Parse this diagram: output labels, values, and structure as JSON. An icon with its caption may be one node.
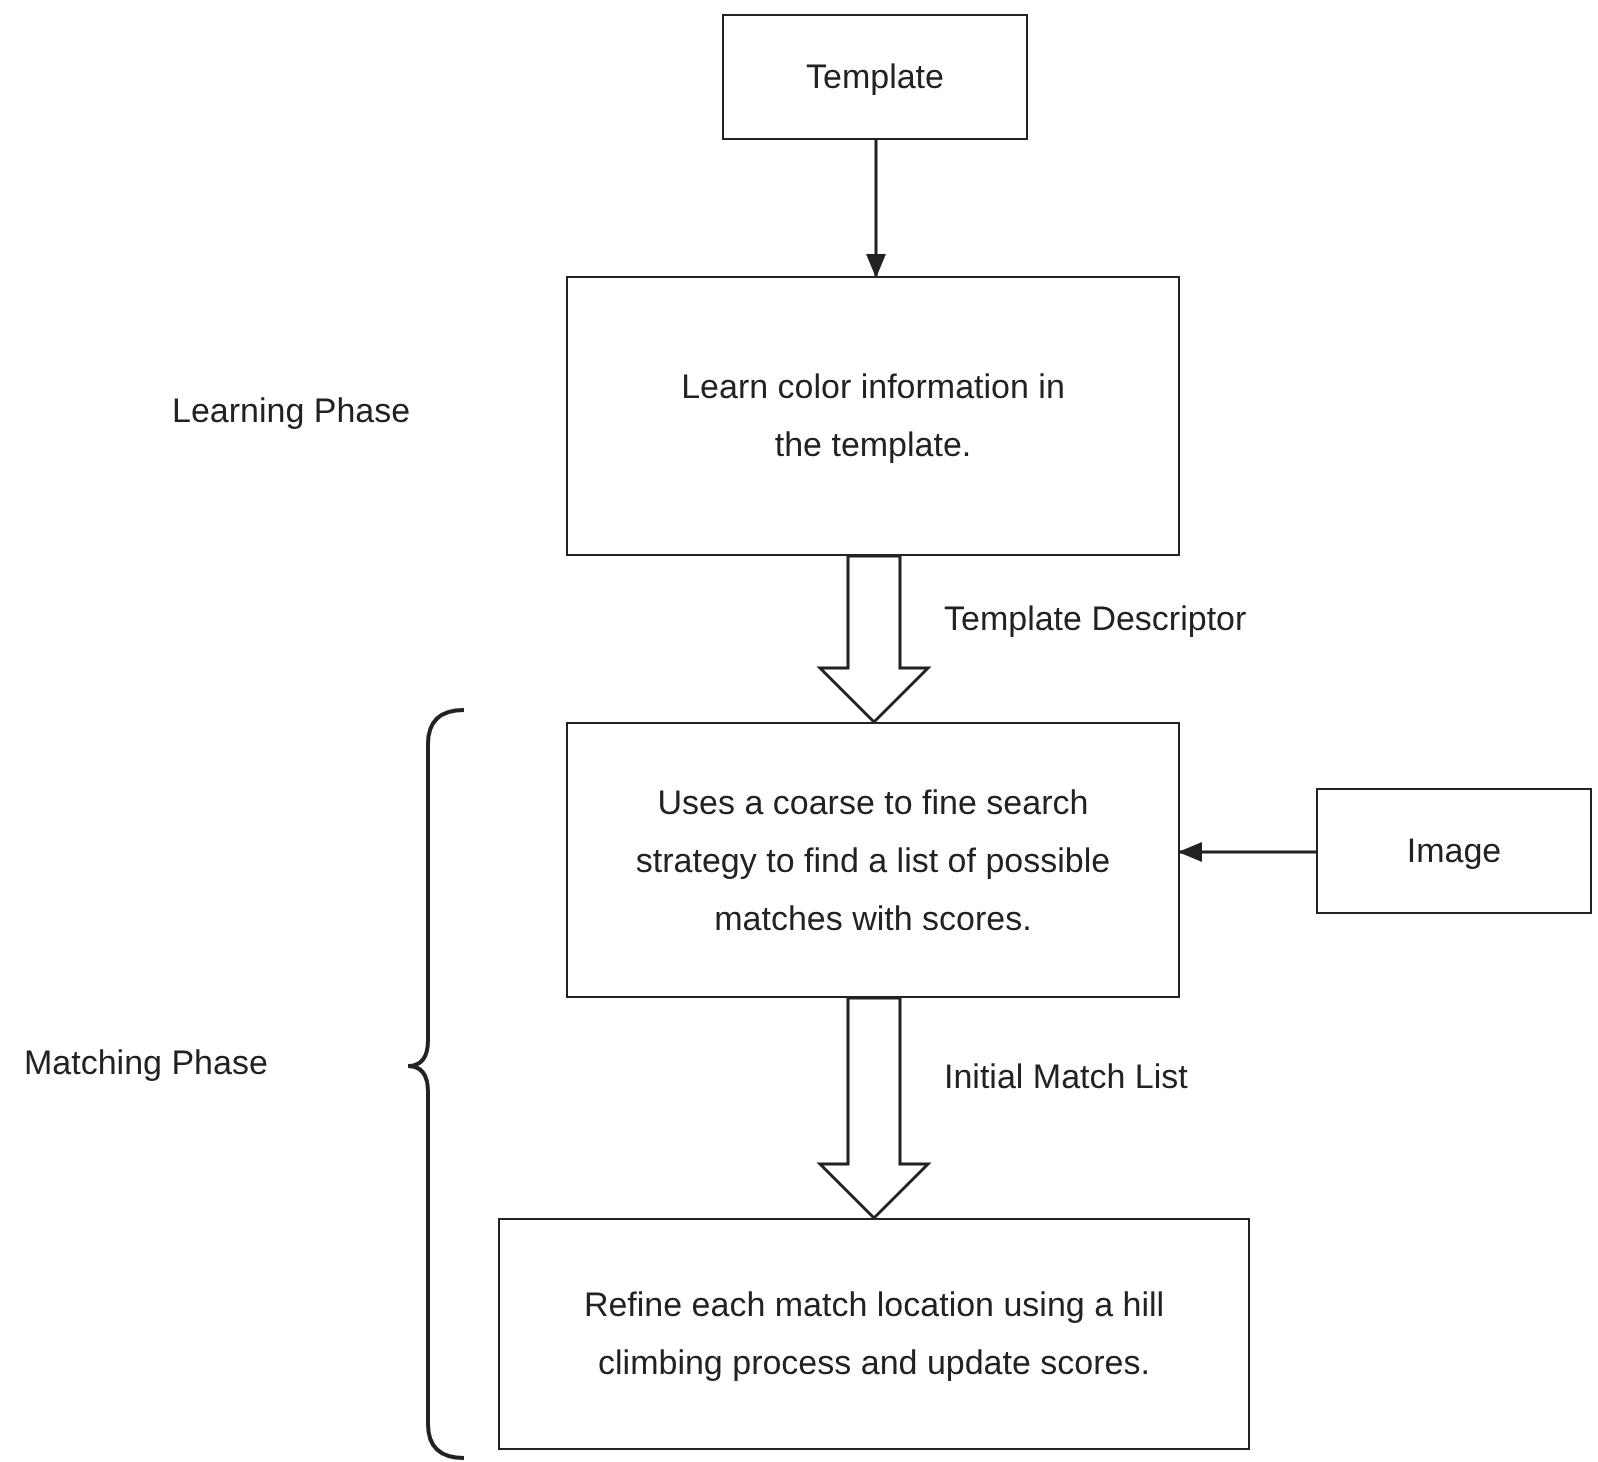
{
  "diagram": {
    "nodes": [
      {
        "text": [
          "Template"
        ]
      },
      {
        "text": [
          "Learn color information in the template."
        ]
      },
      {
        "text": [
          "Uses a coarse to fine search strategy to find a list of possible matches with scores."
        ]
      },
      {
        "text": [
          "Image"
        ]
      },
      {
        "text": [
          "Refine each match location using a hill climbing process and update scores."
        ]
      }
    ],
    "edges": [
      {
        "from": 0,
        "to": 1,
        "arrow": "to"
      },
      {
        "from": 1,
        "to": 2,
        "arrow": "to",
        "label": "Template Descriptor",
        "style": "thick"
      },
      {
        "from": 3,
        "to": 2,
        "arrow": "to"
      },
      {
        "from": 2,
        "to": 4,
        "arrow": "to",
        "label": "Initial Match List",
        "style": "thick"
      }
    ],
    "labels": [
      "Learning Phase",
      "Matching Phase"
    ]
  }
}
